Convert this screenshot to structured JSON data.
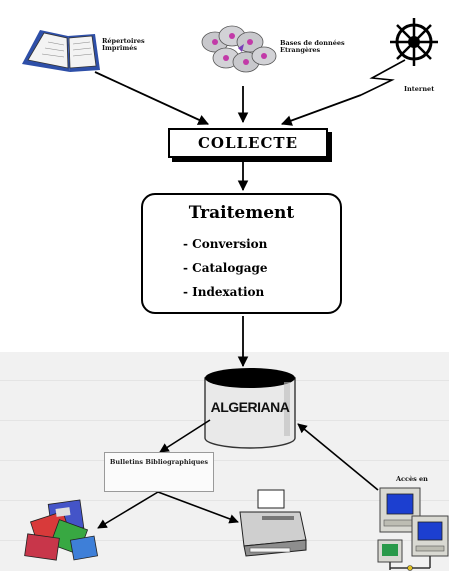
{
  "sources": {
    "repertoires": "Répertoires Imprimés",
    "bases": "Bases de données Etrangères",
    "internet": "Internet"
  },
  "collecte": "COLLECTE",
  "traitement": {
    "title": "Traitement",
    "steps": [
      "- Conversion",
      "- Catalogage",
      "- Indexation"
    ]
  },
  "database": "ALGERIANA",
  "bulletins": "Bulletins Bibliographiques",
  "acces": "Accès en",
  "colors": {
    "line": "#000000",
    "box_border": "#000000",
    "lower_bg": "#f1f1f1"
  }
}
